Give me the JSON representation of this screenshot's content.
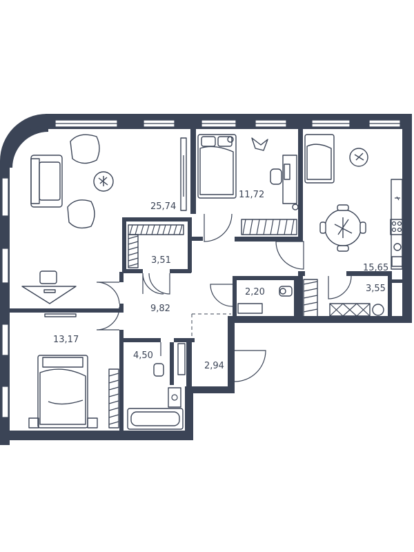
{
  "rooms": [
    {
      "id": "living",
      "area": "25,74"
    },
    {
      "id": "bedroom-1",
      "area": "11,72"
    },
    {
      "id": "kitchen",
      "area": "15,65"
    },
    {
      "id": "closet-1",
      "area": "3,51"
    },
    {
      "id": "bath-1",
      "area": "2,20"
    },
    {
      "id": "storage",
      "area": "3,55"
    },
    {
      "id": "hall",
      "area": "9,82"
    },
    {
      "id": "bedroom-2",
      "area": "13,17"
    },
    {
      "id": "bath-2",
      "area": "4,50"
    },
    {
      "id": "corridor",
      "area": "2,94"
    }
  ],
  "colors": {
    "wall": "#3b4456",
    "background": "#ffffff"
  }
}
